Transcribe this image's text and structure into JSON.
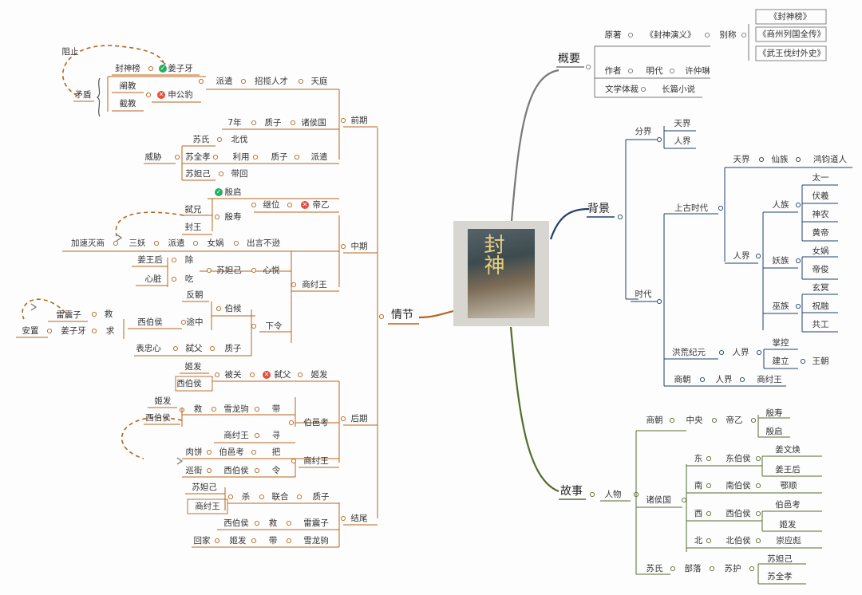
{
  "poster": {
    "title": "封神"
  },
  "icons": {
    "check": "check-circle-icon",
    "cross": "cross-circle-icon"
  },
  "colors": {
    "story": "#b5651d",
    "overview": "#666666",
    "background": "#1f3f6b",
    "characters": "#556b2f"
  },
  "t": {
    "c1": "概要",
    "c2": "背景",
    "c3": "故事",
    "c4": "情节",
    "ov1": "原著",
    "ov2": "《封神演义》",
    "ov3": "别称",
    "ov4": "《封神榜》",
    "ov5": "《商州列国全传》",
    "ov6": "《武王伐纣外史》",
    "ov7": "作者",
    "ov8": "明代",
    "ov9": "许仲琳",
    "ov10": "文学体裁",
    "ov11": "长篇小说",
    "bg1": "分界",
    "bg2": "天界",
    "bg3": "人界",
    "bg4": "时代",
    "bg5": "上古时代",
    "bg6": "天界",
    "bg7": "仙族",
    "bg8": "鸿钧道人",
    "bg9": "人界",
    "bg10": "人族",
    "bg11": "太一",
    "bg12": "伏羲",
    "bg13": "神农",
    "bg14": "黄帝",
    "bg15": "妖族",
    "bg16": "女娲",
    "bg17": "帝俊",
    "bg18": "巫族",
    "bg19": "玄冥",
    "bg20": "祝融",
    "bg21": "共工",
    "bg22": "洪荒纪元",
    "bg23": "人界",
    "bg24": "掌控",
    "bg25": "建立",
    "bg26": "王朝",
    "bg27": "商朝",
    "bg28": "人界",
    "bg29": "商纣王",
    "st1": "人物",
    "st2": "商朝",
    "st3": "中央",
    "st4": "帝乙",
    "st5": "殷寿",
    "st6": "殷启",
    "st7": "诸侯国",
    "st8": "东",
    "st9": "东伯侯",
    "st10": "姜文焕",
    "st11": "姜王后",
    "st12": "南",
    "st13": "南伯侯",
    "st14": "鄂顺",
    "st15": "西",
    "st16": "西伯侯",
    "st17": "伯邑考",
    "st18": "姬发",
    "st19": "北",
    "st20": "北伯侯",
    "st21": "崇应彪",
    "st22": "苏氏",
    "st23": "部落",
    "st24": "苏护",
    "st25": "苏妲己",
    "st26": "苏全孝",
    "p1": "前期",
    "p2": "中期",
    "p3": "后期",
    "p4": "结尾",
    "q1": "阻止",
    "q2": "封神榜",
    "q3": "姜子牙",
    "q4": "矛盾",
    "q5": "阐教",
    "q6": "截教",
    "q7": "申公豹",
    "q8": "派遣",
    "q9": "招揽人才",
    "q10": "天庭",
    "q11": "7年",
    "q12": "质子",
    "q13": "诸侯国",
    "q14": "苏氏",
    "q15": "北伐",
    "q16": "威胁",
    "q17": "苏全孝",
    "q18": "利用",
    "q19": "质子",
    "q20": "派遣",
    "q21": "苏妲己",
    "q22": "带回",
    "m1": "殷启",
    "m2": "继位",
    "m3": "帝乙",
    "m4": "弑兄",
    "m5": "殷寿",
    "m6": "封王",
    "m7": "加速灭商",
    "m8": "三妖",
    "m9": "派遣",
    "m10": "女娲",
    "m11": "出言不逊",
    "m12": "姜王后",
    "m13": "除",
    "m14": "心脏",
    "m15": "吃",
    "m16": "苏妲己",
    "m17": "心悦",
    "m18": "商纣王",
    "m19": "反朝",
    "m20": "伯候",
    "m21": "雷震子",
    "m22": "救",
    "m23": "西伯侯",
    "m24": "途中",
    "m25": "安置",
    "m26": "姜子牙",
    "m27": "求",
    "m28": "下令",
    "m29": "表忠心",
    "m30": "弑父",
    "m31": "质子",
    "l1": "姬发",
    "l2": "西伯侯",
    "l3": "被关",
    "l4": "弑父",
    "l5": "姬发",
    "l6": "姬发",
    "l7": "西伯侯",
    "l8": "救",
    "l9": "雪龙驹",
    "l10": "带",
    "l11": "伯邑考",
    "l12": "商纣王",
    "l13": "寻",
    "l14": "肉饼",
    "l15": "伯邑考",
    "l16": "把",
    "l17": "巡街",
    "l18": "西伯侯",
    "l19": "令",
    "l20": "商纣王",
    "e1": "苏妲己",
    "e2": "商纣王",
    "e3": "杀",
    "e4": "联合",
    "e5": "质子",
    "e6": "西伯侯",
    "e7": "救",
    "e8": "雷震子",
    "e9": "回家",
    "e10": "姬发",
    "e11": "带",
    "e12": "雪龙驹",
    "e13": "情节"
  }
}
